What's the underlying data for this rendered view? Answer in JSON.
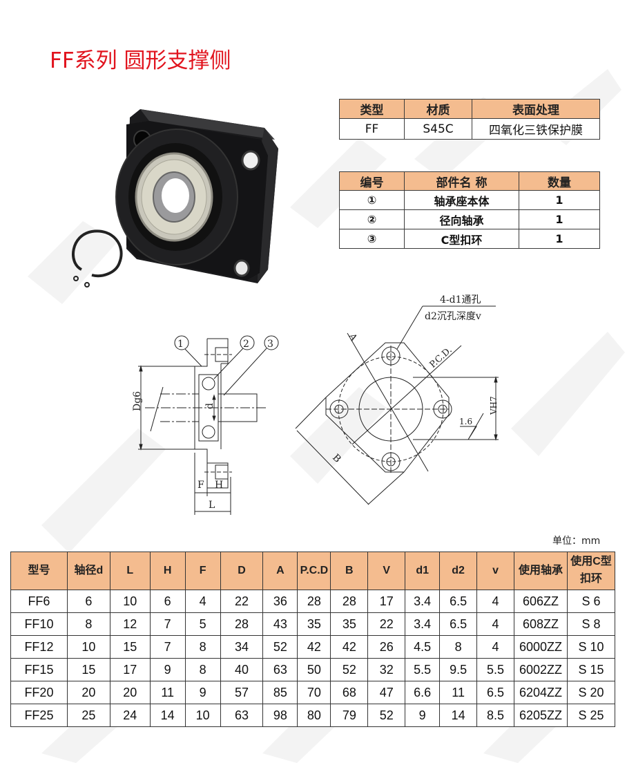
{
  "title": "FF系列 圆形支撑侧",
  "material_table": {
    "headers": [
      "类型",
      "材质",
      "表面处理"
    ],
    "row": [
      "FF",
      "S45C",
      "四氧化三铁保护膜"
    ]
  },
  "parts_table": {
    "headers": [
      "编号",
      "部件名 称",
      "数量"
    ],
    "rows": [
      [
        "①",
        "轴承座本体",
        "1"
      ],
      [
        "②",
        "径向轴承",
        "1"
      ],
      [
        "③",
        "C型扣环",
        "1"
      ]
    ]
  },
  "drawing": {
    "side_view": {
      "callouts": [
        "①",
        "②",
        "③"
      ],
      "labels": {
        "dg6": "Dg6",
        "d": "d",
        "f": "F",
        "h": "H",
        "l": "L"
      }
    },
    "front_view": {
      "note_line1": "4-d1通孔",
      "note_line2": "d2沉孔深度v",
      "labels": {
        "a": "A",
        "pcd": "P.C.D.",
        "b": "B",
        "vh7": "VH7",
        "roughness": "1.6"
      }
    }
  },
  "unit_label": "单位：mm",
  "dimensions_table": {
    "headers": [
      "型号",
      "轴径d",
      "L",
      "H",
      "F",
      "D",
      "A",
      "P.C.D",
      "B",
      "V",
      "d1",
      "d2",
      "v",
      "使用轴承",
      "使用C型扣环"
    ],
    "header_last_line1": "使用C型",
    "header_last_line2": "扣环",
    "rows": [
      [
        "FF6",
        "6",
        "10",
        "6",
        "4",
        "22",
        "36",
        "28",
        "28",
        "17",
        "3.4",
        "6.5",
        "4",
        "606ZZ",
        "S 6"
      ],
      [
        "FF10",
        "8",
        "12",
        "7",
        "5",
        "28",
        "43",
        "35",
        "35",
        "22",
        "3.4",
        "6.5",
        "4",
        "608ZZ",
        "S 8"
      ],
      [
        "FF12",
        "10",
        "15",
        "7",
        "8",
        "34",
        "52",
        "42",
        "42",
        "26",
        "4.5",
        "8",
        "4",
        "6000ZZ",
        "S 10"
      ],
      [
        "FF15",
        "15",
        "17",
        "9",
        "8",
        "40",
        "63",
        "50",
        "52",
        "32",
        "5.5",
        "9.5",
        "5.5",
        "6002ZZ",
        "S 15"
      ],
      [
        "FF20",
        "20",
        "20",
        "11",
        "9",
        "57",
        "85",
        "70",
        "68",
        "47",
        "6.6",
        "11",
        "6.5",
        "6204ZZ",
        "S 20"
      ],
      [
        "FF25",
        "25",
        "24",
        "14",
        "10",
        "63",
        "98",
        "80",
        "79",
        "52",
        "9",
        "14",
        "8.5",
        "6205ZZ",
        "S 25"
      ]
    ]
  },
  "colors": {
    "title": "#e1141e",
    "table_header_bg": "#f4bc8f",
    "border": "#333333"
  }
}
